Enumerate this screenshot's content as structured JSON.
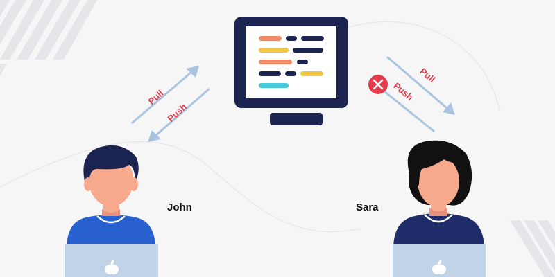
{
  "people": {
    "left": {
      "name": "John"
    },
    "right": {
      "name": "Sara"
    }
  },
  "arrows": {
    "left_pull": "Pull",
    "left_push": "Push",
    "right_pull": "Pull",
    "right_push": "Push"
  },
  "icons": {
    "server": "monitor-icon",
    "error": "x-circle-icon",
    "laptop": "apple-logo-icon"
  },
  "colors": {
    "background": "#f6f6f7",
    "navy": "#1c2451",
    "arrow": "#aac3df",
    "label": "#e53a4a",
    "error": "#e53a4a",
    "skin": "#f7a98d",
    "john_shirt": "#2860cf",
    "sara_shirt": "#1f2d6b",
    "laptop": "#c1d3e7",
    "code_orange": "#f08b68",
    "code_yellow": "#f2c745",
    "code_cyan": "#46c8d7",
    "code_navy": "#1c2451"
  }
}
